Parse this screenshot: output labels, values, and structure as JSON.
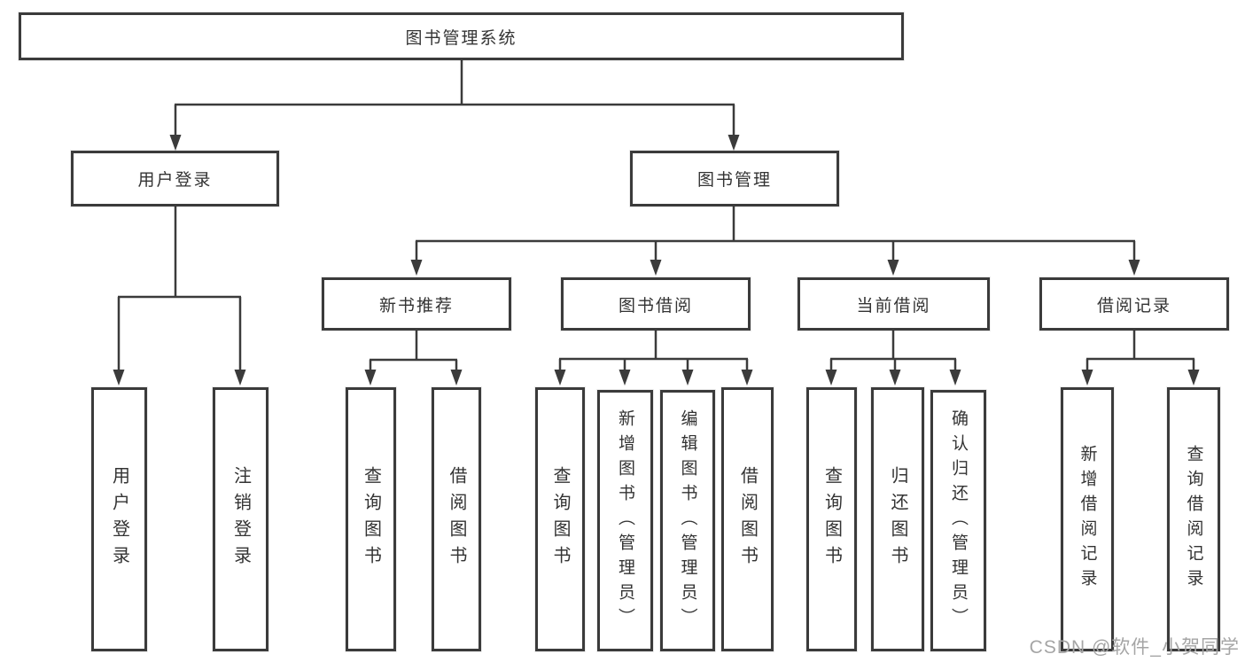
{
  "diagram_title": "图书管理系统",
  "root": {
    "label": "图书管理系统"
  },
  "level2": [
    {
      "id": "user-login",
      "label": "用户登录"
    },
    {
      "id": "book-management",
      "label": "图书管理"
    }
  ],
  "level3": [
    {
      "id": "new-book-recommend",
      "label": "新书推荐",
      "parent": "图书管理"
    },
    {
      "id": "book-borrow",
      "label": "图书借阅",
      "parent": "图书管理"
    },
    {
      "id": "current-borrow",
      "label": "当前借阅",
      "parent": "图书管理"
    },
    {
      "id": "borrow-records",
      "label": "借阅记录",
      "parent": "图书管理"
    }
  ],
  "leaves": [
    {
      "id": "leaf-user-login",
      "label": "用户登录",
      "parent": "用户登录"
    },
    {
      "id": "leaf-logout",
      "label": "注销登录",
      "parent": "用户登录"
    },
    {
      "id": "leaf-query-book-1",
      "label": "查询图书",
      "parent": "新书推荐"
    },
    {
      "id": "leaf-borrow-book-1",
      "label": "借阅图书",
      "parent": "新书推荐"
    },
    {
      "id": "leaf-query-book-2",
      "label": "查询图书",
      "parent": "图书借阅"
    },
    {
      "id": "leaf-add-book-admin",
      "label": "新增图书（管理员）",
      "parent": "图书借阅"
    },
    {
      "id": "leaf-edit-book-admin",
      "label": "编辑图书（管理员）",
      "parent": "图书借阅"
    },
    {
      "id": "leaf-borrow-book-2",
      "label": "借阅图书",
      "parent": "图书借阅"
    },
    {
      "id": "leaf-query-book-3",
      "label": "查询图书",
      "parent": "当前借阅"
    },
    {
      "id": "leaf-return-book",
      "label": "归还图书",
      "parent": "当前借阅"
    },
    {
      "id": "leaf-confirm-return-admin",
      "label": "确认归还（管理员）",
      "parent": "当前借阅"
    },
    {
      "id": "leaf-add-borrow-record",
      "label": "新增借阅记录",
      "parent": "借阅记录"
    },
    {
      "id": "leaf-query-borrow-record",
      "label": "查询借阅记录",
      "parent": "借阅记录"
    }
  ],
  "watermark": "CSDN @软件_小贺同学",
  "colors": {
    "line": "#3b3b3b",
    "border": "#3b3b3b",
    "text": "#333333",
    "watermark": "#a5a5a5",
    "background": "#ffffff"
  }
}
